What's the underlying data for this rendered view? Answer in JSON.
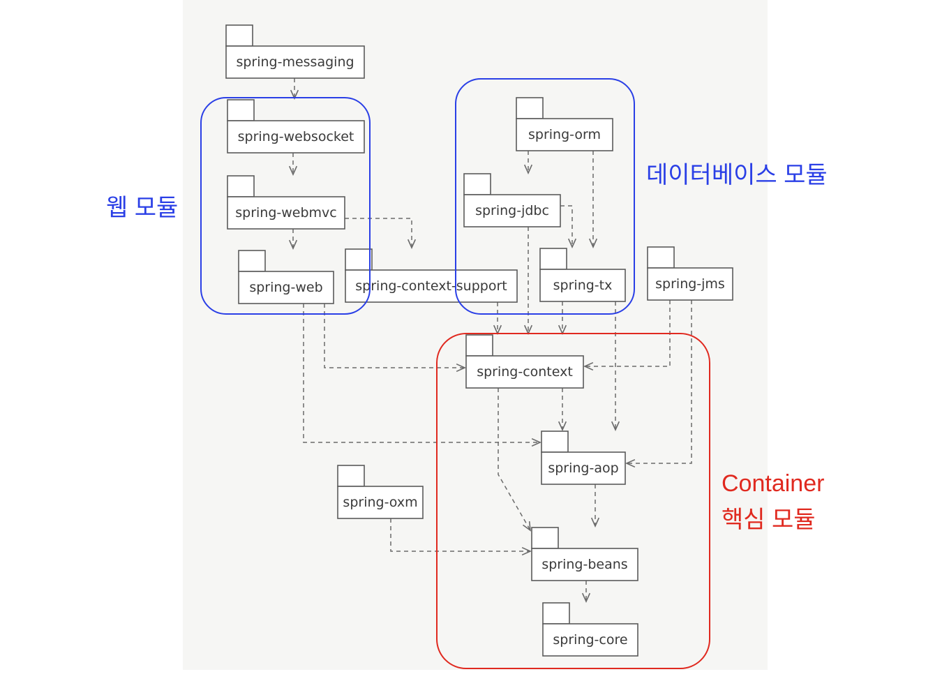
{
  "colors": {
    "web_group": "#2a3fe6",
    "database_group": "#2a3fe6",
    "container_group": "#e0291f"
  },
  "packages": {
    "spring_messaging": "spring-messaging",
    "spring_websocket": "spring-websocket",
    "spring_webmvc": "spring-webmvc",
    "spring_web": "spring-web",
    "spring_context_support": "spring-context-support",
    "spring_orm": "spring-orm",
    "spring_jdbc": "spring-jdbc",
    "spring_tx": "spring-tx",
    "spring_jms": "spring-jms",
    "spring_context": "spring-context",
    "spring_aop": "spring-aop",
    "spring_oxm": "spring-oxm",
    "spring_beans": "spring-beans",
    "spring_core": "spring-core"
  },
  "dependencies": [
    [
      "spring_messaging",
      "spring_websocket"
    ],
    [
      "spring_websocket",
      "spring_webmvc"
    ],
    [
      "spring_webmvc",
      "spring_web"
    ],
    [
      "spring_webmvc",
      "spring_context_support"
    ],
    [
      "spring_orm",
      "spring_jdbc"
    ],
    [
      "spring_orm",
      "spring_tx"
    ],
    [
      "spring_jdbc",
      "spring_tx"
    ],
    [
      "spring_jdbc",
      "spring_context"
    ],
    [
      "spring_context_support",
      "spring_context"
    ],
    [
      "spring_tx",
      "spring_context"
    ],
    [
      "spring_tx",
      "spring_aop"
    ],
    [
      "spring_jms",
      "spring_context"
    ],
    [
      "spring_jms",
      "spring_aop"
    ],
    [
      "spring_web",
      "spring_context"
    ],
    [
      "spring_web",
      "spring_aop"
    ],
    [
      "spring_context",
      "spring_aop"
    ],
    [
      "spring_context",
      "spring_beans"
    ],
    [
      "spring_aop",
      "spring_beans"
    ],
    [
      "spring_oxm",
      "spring_beans"
    ],
    [
      "spring_beans",
      "spring_core"
    ]
  ],
  "groups": {
    "web": "웹 모듈",
    "database": "데이터베이스 모듈",
    "container_line1": "Container",
    "container_line2": "핵심 모듈"
  }
}
